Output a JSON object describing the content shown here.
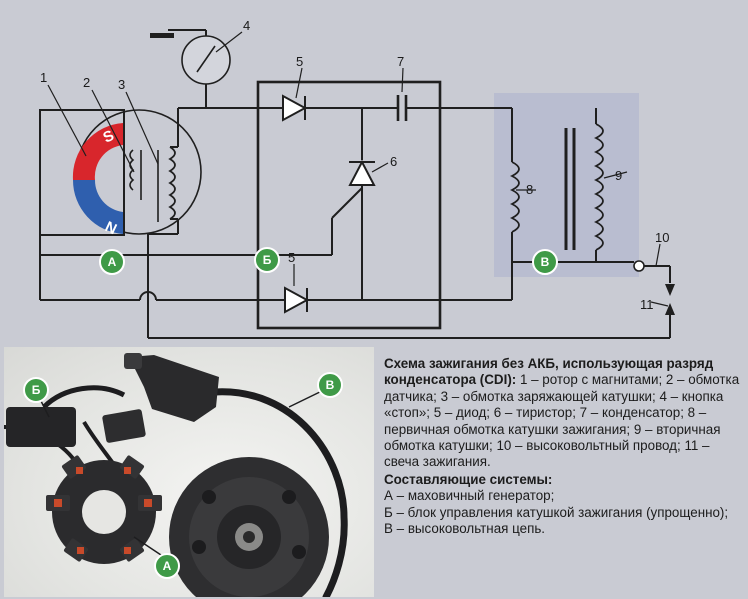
{
  "labels": {
    "n1": "1",
    "n2": "2",
    "n3": "3",
    "n4": "4",
    "n5a": "5",
    "n5b": "5",
    "n6": "6",
    "n7": "7",
    "n8": "8",
    "n9": "9",
    "n10": "10",
    "n11": "11"
  },
  "poles": {
    "s": "S",
    "n": "N"
  },
  "badges": {
    "a": "А",
    "b": "Б",
    "v": "В"
  },
  "photo_badges": {
    "a": "А",
    "b": "Б",
    "v": "В"
  },
  "caption": {
    "title": "Схема зажигания без АКБ, использующая разряд конденсатора (CDI):",
    "items": "1 – ротор с магнитами; 2 – обмотка датчика; 3 – обмотка заряжающей катушки; 4 – кнопка «стоп»; 5 – диод; 6 – тиристор; 7 – конденсатор; 8 – первичная обмотка катушки зажигания; 9 – вторичная обмотка катушки; 10 – высоковольтный провод; 11 – свеча зажигания.",
    "systems_title": "Составляющие системы:",
    "sys_a": "А – маховичный генератор;",
    "sys_b": "Б – блок управления катушкой зажигания (упрощенно);",
    "sys_v": "В – высоковольтная цепь."
  },
  "colors": {
    "background": "#c9cbd3",
    "wire": "#1f1f1f",
    "magnet_south": "#d8262c",
    "magnet_north": "#2f5fae",
    "badge": "#3f9a47",
    "coil_block": "#b9bdd0"
  }
}
